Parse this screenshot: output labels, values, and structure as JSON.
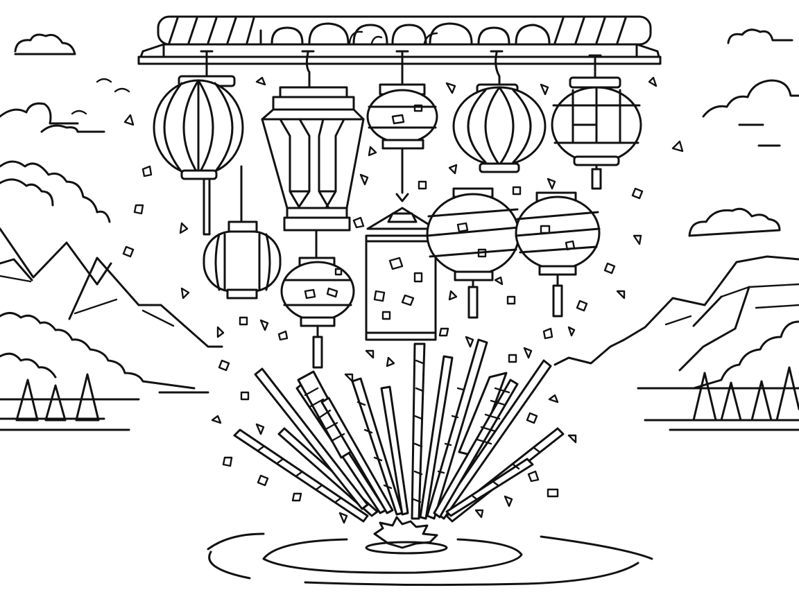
{
  "illustration": {
    "style": "black line art coloring page",
    "background_color": "#ffffff",
    "line_color": "#111111"
  },
  "lanterns_upper_row": [
    {
      "shape": "round-ribbed",
      "icon": "round-lantern-icon"
    },
    {
      "shape": "hexagonal-palace",
      "icon": "palace-lantern-icon"
    },
    {
      "shape": "small-round-confetti",
      "icon": "round-lantern-icon"
    },
    {
      "shape": "round-ribbed",
      "icon": "round-lantern-icon"
    },
    {
      "shape": "paneled-round-tassel",
      "icon": "round-lantern-icon"
    }
  ],
  "lanterns_lower_row": [
    {
      "shape": "cylinder",
      "icon": "cylinder-lantern-icon"
    },
    {
      "shape": "round-confetti-tassel",
      "icon": "round-lantern-icon"
    },
    {
      "shape": "rectangular-box",
      "icon": "box-lantern-icon"
    },
    {
      "shape": "banded-round-tassel",
      "icon": "round-lantern-icon"
    },
    {
      "shape": "banded-round-tassel",
      "icon": "round-lantern-icon"
    }
  ],
  "scene_elements": [
    "roof-eave",
    "clouds",
    "mountains",
    "pine-trees",
    "confetti",
    "firecracker-burst",
    "water-ripples"
  ]
}
